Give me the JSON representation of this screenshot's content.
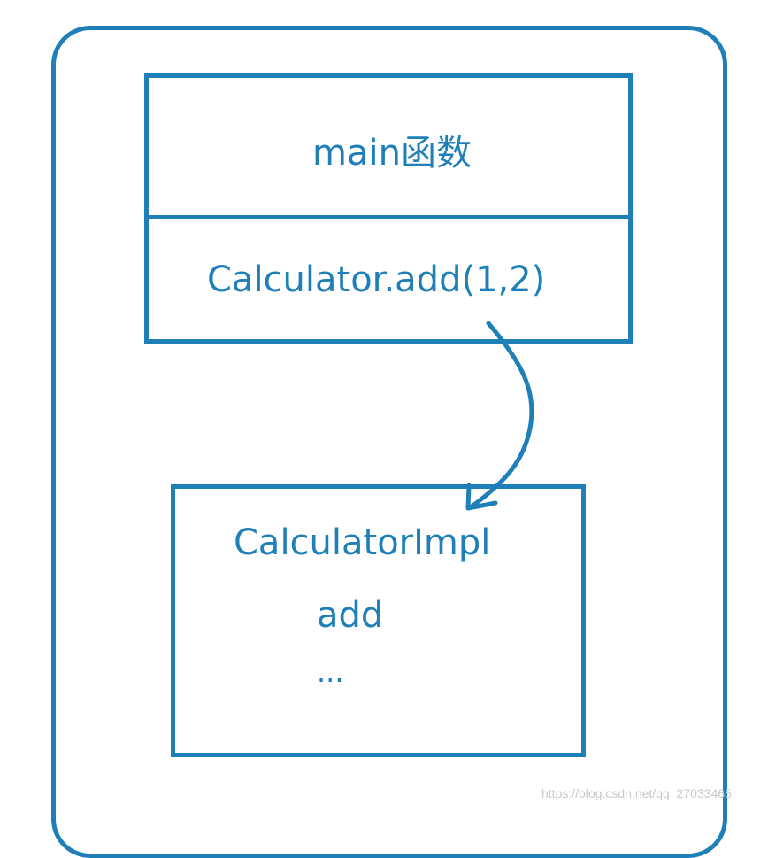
{
  "diagram": {
    "top_box": {
      "title": "main函数",
      "call": "Calculator.add(1,2)"
    },
    "bottom_box": {
      "name": "CalculatorImpl",
      "method": "add",
      "more": "..."
    },
    "watermark": "https://blog.csdn.net/qq_27033465"
  },
  "colors": {
    "stroke": "#1f7fb8",
    "watermark": "#c8c8c8",
    "background": "#ffffff"
  }
}
